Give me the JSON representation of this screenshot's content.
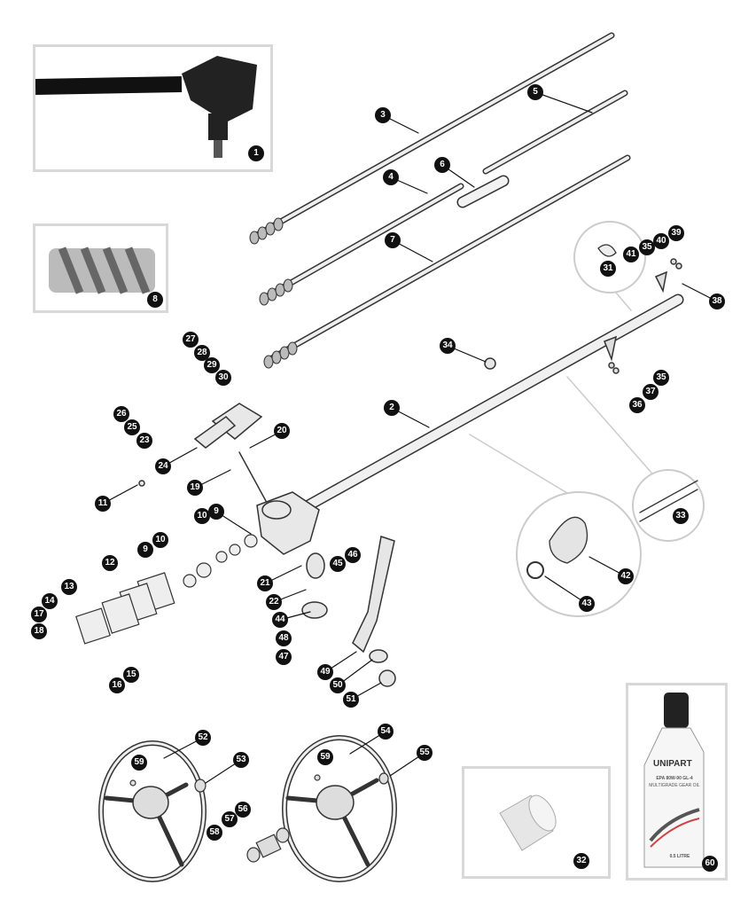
{
  "title": "Steering column and steering box parts diagram",
  "oil_bottle": {
    "brand": "UNIPART",
    "product": "EPA 80W-90 GL-4",
    "description": "MULTIGRADE GEAR OIL",
    "volume": "0.5 LITRE"
  },
  "callouts": [
    "1",
    "2",
    "3",
    "4",
    "5",
    "6",
    "7",
    "8",
    "9",
    "9",
    "10",
    "10",
    "11",
    "12",
    "13",
    "14",
    "15",
    "16",
    "17",
    "18",
    "19",
    "20",
    "21",
    "22",
    "23",
    "24",
    "25",
    "26",
    "27",
    "28",
    "29",
    "30",
    "31",
    "32",
    "33",
    "34",
    "35",
    "35",
    "36",
    "37",
    "38",
    "39",
    "40",
    "41",
    "42",
    "43",
    "44",
    "45",
    "46",
    "47",
    "48",
    "49",
    "50",
    "51",
    "52",
    "53",
    "54",
    "55",
    "56",
    "57",
    "58",
    "59",
    "59",
    "60"
  ]
}
